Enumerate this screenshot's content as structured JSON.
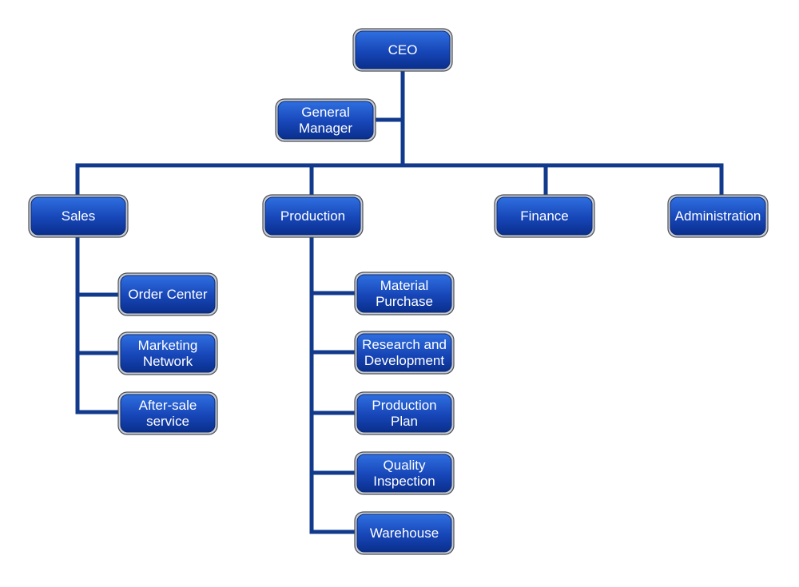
{
  "nodes": {
    "ceo": [
      "CEO"
    ],
    "gm": [
      "General",
      "Manager"
    ],
    "sales": [
      "Sales"
    ],
    "production": [
      "Production"
    ],
    "finance": [
      "Finance"
    ],
    "administration": [
      "Administration"
    ],
    "order_center": [
      "Order Center"
    ],
    "marketing_network": [
      "Marketing",
      "Network"
    ],
    "after_sale": [
      "After-sale",
      "service"
    ],
    "material_purchase": [
      "Material",
      "Purchase"
    ],
    "research_development": [
      "Research and",
      "Development"
    ],
    "production_plan": [
      "Production",
      "Plan"
    ],
    "quality_inspection": [
      "Quality",
      "Inspection"
    ],
    "warehouse": [
      "Warehouse"
    ]
  },
  "colors": {
    "connector": "#123a8c",
    "node_fill_top": "#2f6fe0",
    "node_fill_bottom": "#0a2f8c",
    "node_frame": "#c9ccd2",
    "text": "#ffffff"
  }
}
